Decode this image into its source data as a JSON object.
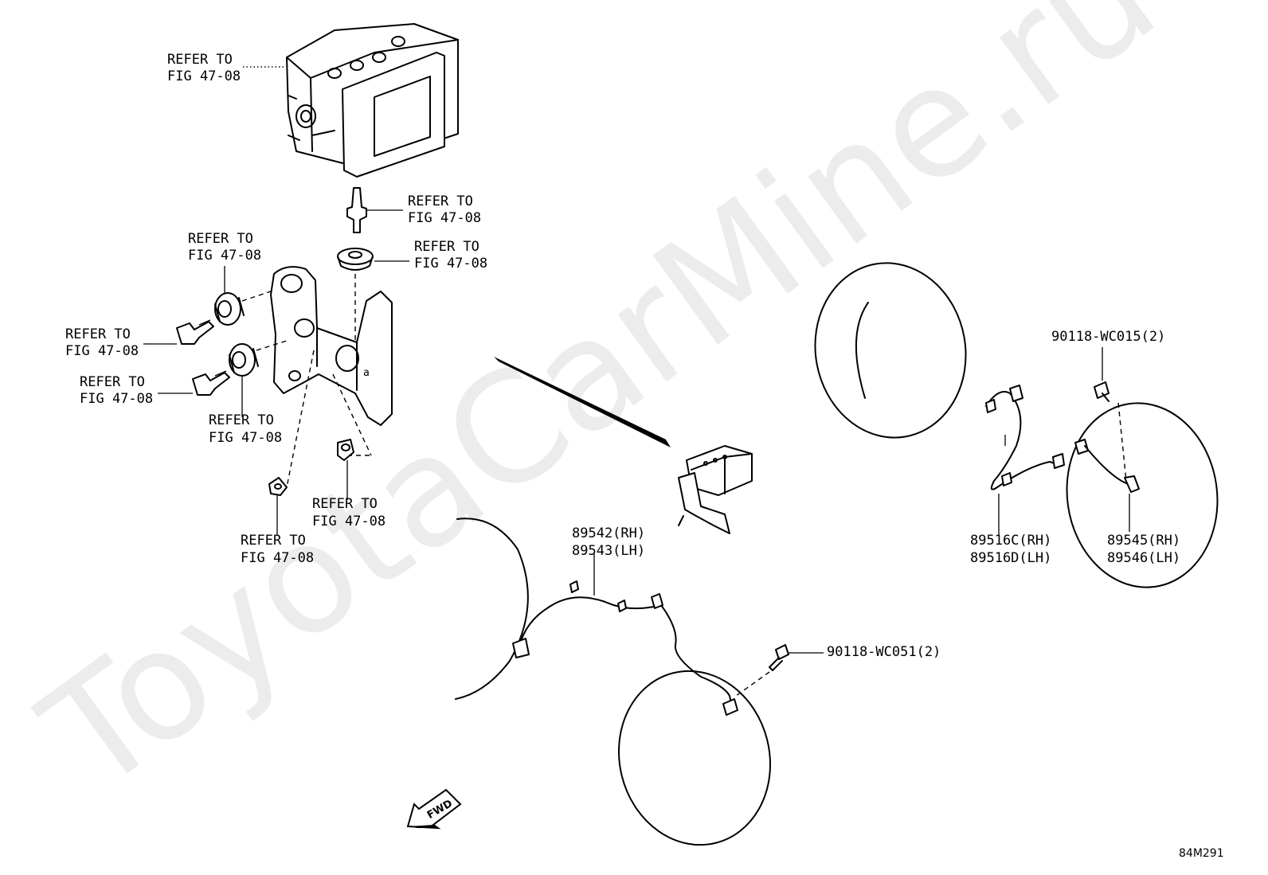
{
  "watermark": "ToyotaCarMine.ru",
  "refer_labels": [
    {
      "line1": "REFER TO",
      "line2": "FIG 47-08"
    },
    {
      "line1": "REFER TO",
      "line2": "FIG 47-08"
    },
    {
      "line1": "REFER TO",
      "line2": "FIG 47-08"
    },
    {
      "line1": "REFER TO",
      "line2": "FIG 47-08"
    },
    {
      "line1": "REFER TO",
      "line2": "FIG 47-08"
    },
    {
      "line1": "REFER TO",
      "line2": "FIG 47-08"
    },
    {
      "line1": "REFER TO",
      "line2": "FIG 47-08"
    },
    {
      "line1": "REFER TO",
      "line2": "FIG 47-08"
    },
    {
      "line1": "REFER TO",
      "line2": "FIG 47-08"
    }
  ],
  "parts": {
    "front_sensor": {
      "rh": "89542(RH)",
      "lh": "89543(LH)"
    },
    "front_bolt": "90118-WC051(2)",
    "rear_wire": {
      "rh": "89516C(RH)",
      "lh": "89516D(LH)"
    },
    "rear_sensor": {
      "rh": "89545(RH)",
      "lh": "89546(LH)"
    },
    "rear_bolt": "90118-WC015(2)"
  },
  "fwd_arrow": "FWD",
  "figure_code": "84M291"
}
